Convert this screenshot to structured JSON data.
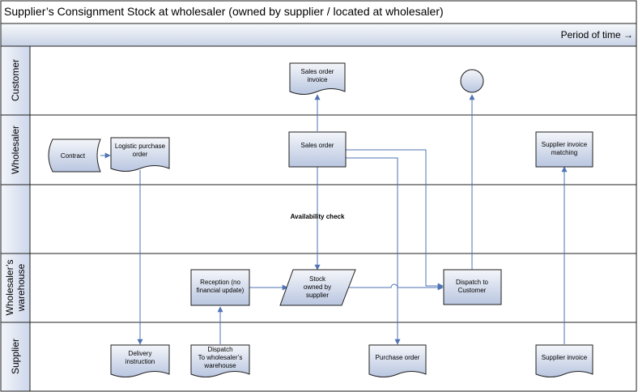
{
  "title": "Supplier’s Consignment Stock at wholesaler (owned by supplier / located at wholesaler)",
  "period_label": "Period of time",
  "period_arrow": "→",
  "lanes": [
    {
      "key": "customer",
      "label": [
        "Customer"
      ]
    },
    {
      "key": "wholesaler",
      "label": [
        "Wholesaler"
      ]
    },
    {
      "key": "blank",
      "label": []
    },
    {
      "key": "warehouse",
      "label": [
        "Wholesaler’s",
        "warehouse"
      ]
    },
    {
      "key": "supplier",
      "label": [
        "Supplier"
      ]
    }
  ],
  "shapes": {
    "sales_invoice": [
      "Sales order",
      "invoice"
    ],
    "contract": [
      "Contract"
    ],
    "logistic_po": [
      "Logistic purchase",
      "order"
    ],
    "sales_order": [
      "Sales order"
    ],
    "supplier_invoice_matching": [
      "Supplier invoice",
      "matching"
    ],
    "reception": [
      "Reception (no",
      "financial update)"
    ],
    "stock": [
      "Stock",
      "owned by",
      "supplier"
    ],
    "dispatch_customer": [
      "Dispatch to",
      "Customer"
    ],
    "delivery_instruction": [
      "Delivery",
      "instruction"
    ],
    "dispatch_warehouse": [
      "Dispatch",
      "To wholesaler’s",
      "warehouse"
    ],
    "purchase_order": [
      "Purchase order"
    ],
    "supplier_invoice": [
      "Supplier invoice"
    ]
  },
  "availability_check": "Availability check",
  "colors": {
    "box_top": "#f4f6fa",
    "box_bottom": "#b9c6e0",
    "line": "#4f73b3",
    "header_top": "#e9eef6",
    "header_bottom": "#c9d3e6",
    "lane_header": "#d7dfef"
  }
}
